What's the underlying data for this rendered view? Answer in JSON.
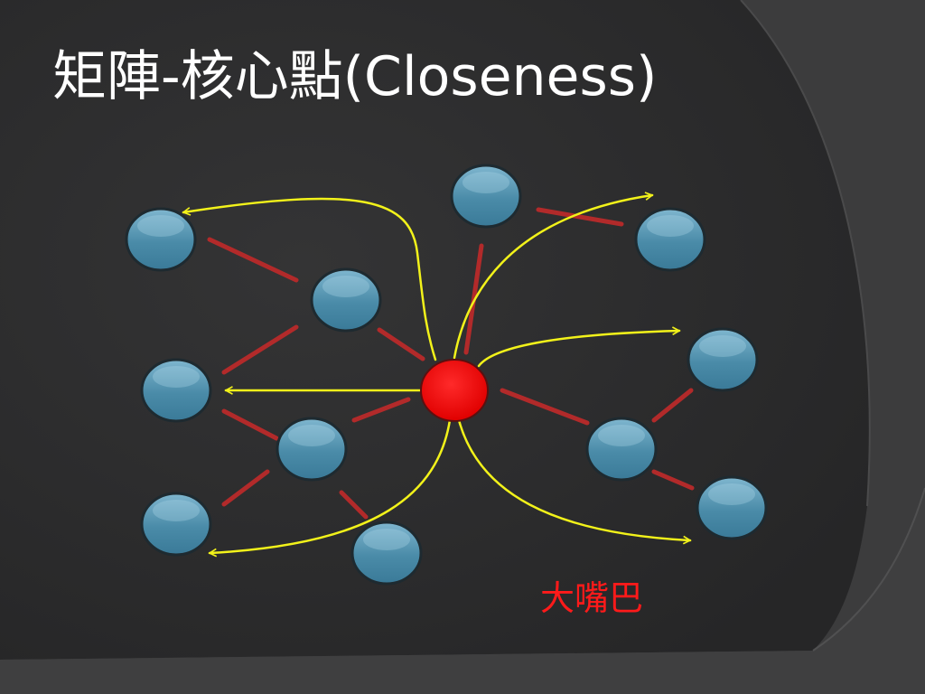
{
  "slide": {
    "title": "矩陣-核心點(Closeness)",
    "caption": "大嘴巴"
  },
  "colors": {
    "background": "#2b2b2c",
    "node_fill": "#4a8ba8",
    "center_node": "#ff0000",
    "link": "#b22a2a",
    "arrow": "#f2f21a",
    "caption": "#ff1a1a",
    "title": "#ffffff"
  },
  "diagram": {
    "nodes": [
      {
        "id": "n1"
      },
      {
        "id": "n2"
      },
      {
        "id": "n3"
      },
      {
        "id": "n4"
      },
      {
        "id": "n5"
      },
      {
        "id": "n6"
      },
      {
        "id": "n7"
      },
      {
        "id": "n8"
      },
      {
        "id": "n9"
      },
      {
        "id": "n10"
      },
      {
        "id": "n11"
      },
      {
        "id": "n12"
      },
      {
        "id": "center",
        "central": true
      }
    ]
  }
}
